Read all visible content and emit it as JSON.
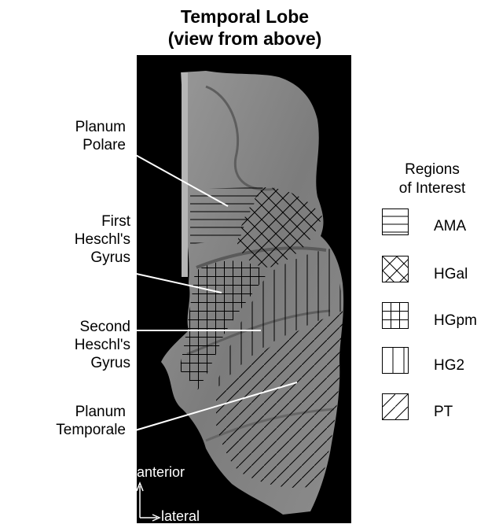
{
  "title": {
    "line1": "Temporal Lobe",
    "line2": "(view from above)"
  },
  "labels": {
    "planum_polare_1": "Planum",
    "planum_polare_2": "Polare",
    "first_hg_1": "First",
    "first_hg_2": "Heschl's",
    "first_hg_3": "Gyrus",
    "second_hg_1": "Second",
    "second_hg_2": "Heschl's",
    "second_hg_3": "Gyrus",
    "planum_temporale_1": "Planum",
    "planum_temporale_2": "Temporale"
  },
  "legend": {
    "title_1": "Regions",
    "title_2": "of Interest",
    "items": [
      "AMA",
      "HGal",
      "HGpm",
      "HG2",
      "PT"
    ]
  },
  "orientation": {
    "anterior": "anterior",
    "lateral": "lateral"
  },
  "colors": {
    "background": "#ffffff",
    "panel": "#000000",
    "cortex": "#808080",
    "hatch": "#000000",
    "pointer": "#ffffff"
  }
}
